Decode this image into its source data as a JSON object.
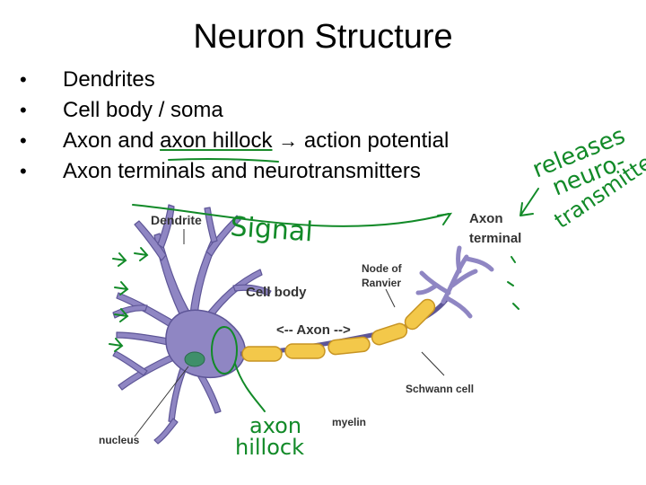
{
  "slide": {
    "title": "Neuron Structure",
    "bullets": [
      {
        "text": "Dendrites"
      },
      {
        "text": "Cell body / soma"
      },
      {
        "text_before": "Axon and ",
        "underlined": "axon hillock",
        "arrow": "→",
        "text_after": " action potential"
      },
      {
        "text": "Axon terminals and neurotransmitters"
      }
    ],
    "bullet_glyph": "•"
  },
  "diagram_labels": {
    "dendrite": "Dendrite",
    "cell_body": "Cell body",
    "node_of_ranvier_1": "Node of",
    "node_of_ranvier_2": "Ranvier",
    "axon": "<-- Axon -->",
    "axon_terminal_1": "Axon",
    "axon_terminal_2": "terminal",
    "schwann_cell": "Schwann cell",
    "nucleus": "nucleus",
    "myelin": "myelin"
  },
  "annotations": {
    "signal": "Signal",
    "releases": "releases",
    "neuro": "neuro-",
    "transmitter": "transmitter",
    "axon": "axon",
    "hillock": "hillock"
  },
  "colors": {
    "neuron": "#8f86c3",
    "neuron_dark": "#5e5697",
    "nucleus": "#3f8f6a",
    "myelin": "#f3c84a",
    "myelin_stroke": "#c79423",
    "ink": "#128a28"
  }
}
